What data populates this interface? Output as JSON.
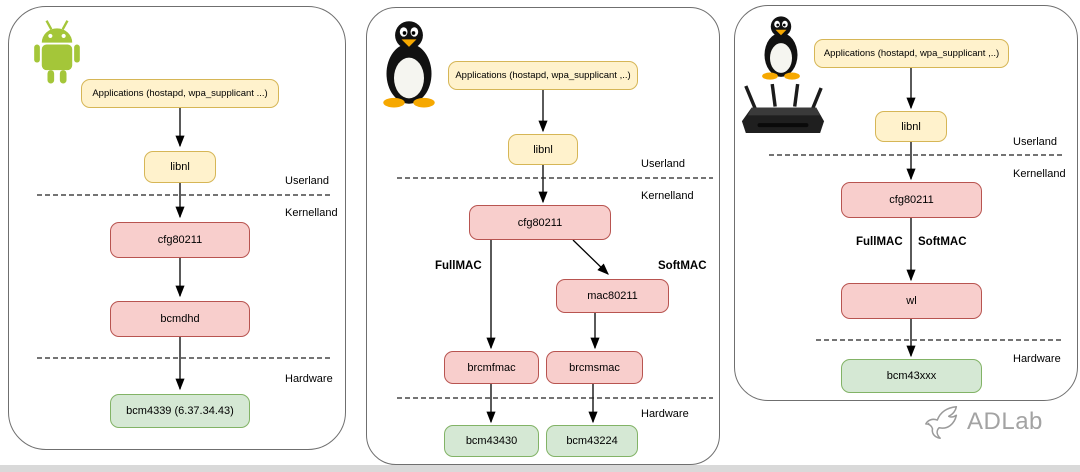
{
  "panels": [
    {
      "icon": "android-logo-icon",
      "applications": "Applications (hostapd, wpa_supplicant ...)",
      "libnl": "libnl",
      "userland": "Userland",
      "kernelland": "Kernelland",
      "hardware": "Hardware",
      "cfg80211": "cfg80211",
      "driver": "bcmdhd",
      "chip": "bcm4339 (6.37.34.43)"
    },
    {
      "icon": "tux-penguin-icon",
      "applications": "Applications (hostapd, wpa_supplicant ,..)",
      "libnl": "libnl",
      "userland": "Userland",
      "kernelland": "Kernelland",
      "hardware": "Hardware",
      "cfg80211": "cfg80211",
      "fullmac_label": "FullMAC",
      "softmac_label": "SoftMAC",
      "mac80211": "mac80211",
      "fullmac_driver": "brcmfmac",
      "softmac_driver": "brcmsmac",
      "fullmac_chip": "bcm43430",
      "softmac_chip": "bcm43224"
    },
    {
      "icons": [
        "tux-penguin-icon",
        "wifi-router-icon"
      ],
      "applications": "Applications (hostapd, wpa_supplicant ,..)",
      "libnl": "libnl",
      "userland": "Userland",
      "kernelland": "Kernelland",
      "hardware": "Hardware",
      "cfg80211": "cfg80211",
      "fullmac_label": "FullMAC",
      "softmac_label": "SoftMAC",
      "driver": "wl",
      "chip": "bcm43xxx"
    }
  ],
  "watermark": {
    "icon": "bird-icon",
    "text": "ADLab"
  },
  "colors": {
    "yellow_fill": "#fff2cc",
    "yellow_border": "#d6b656",
    "pink_fill": "#f8cecc",
    "pink_border": "#b85450",
    "green_fill": "#d5e8d4",
    "green_border": "#82b366",
    "android_green": "#a4c639",
    "watermark_gray": "#9e9e9e"
  }
}
